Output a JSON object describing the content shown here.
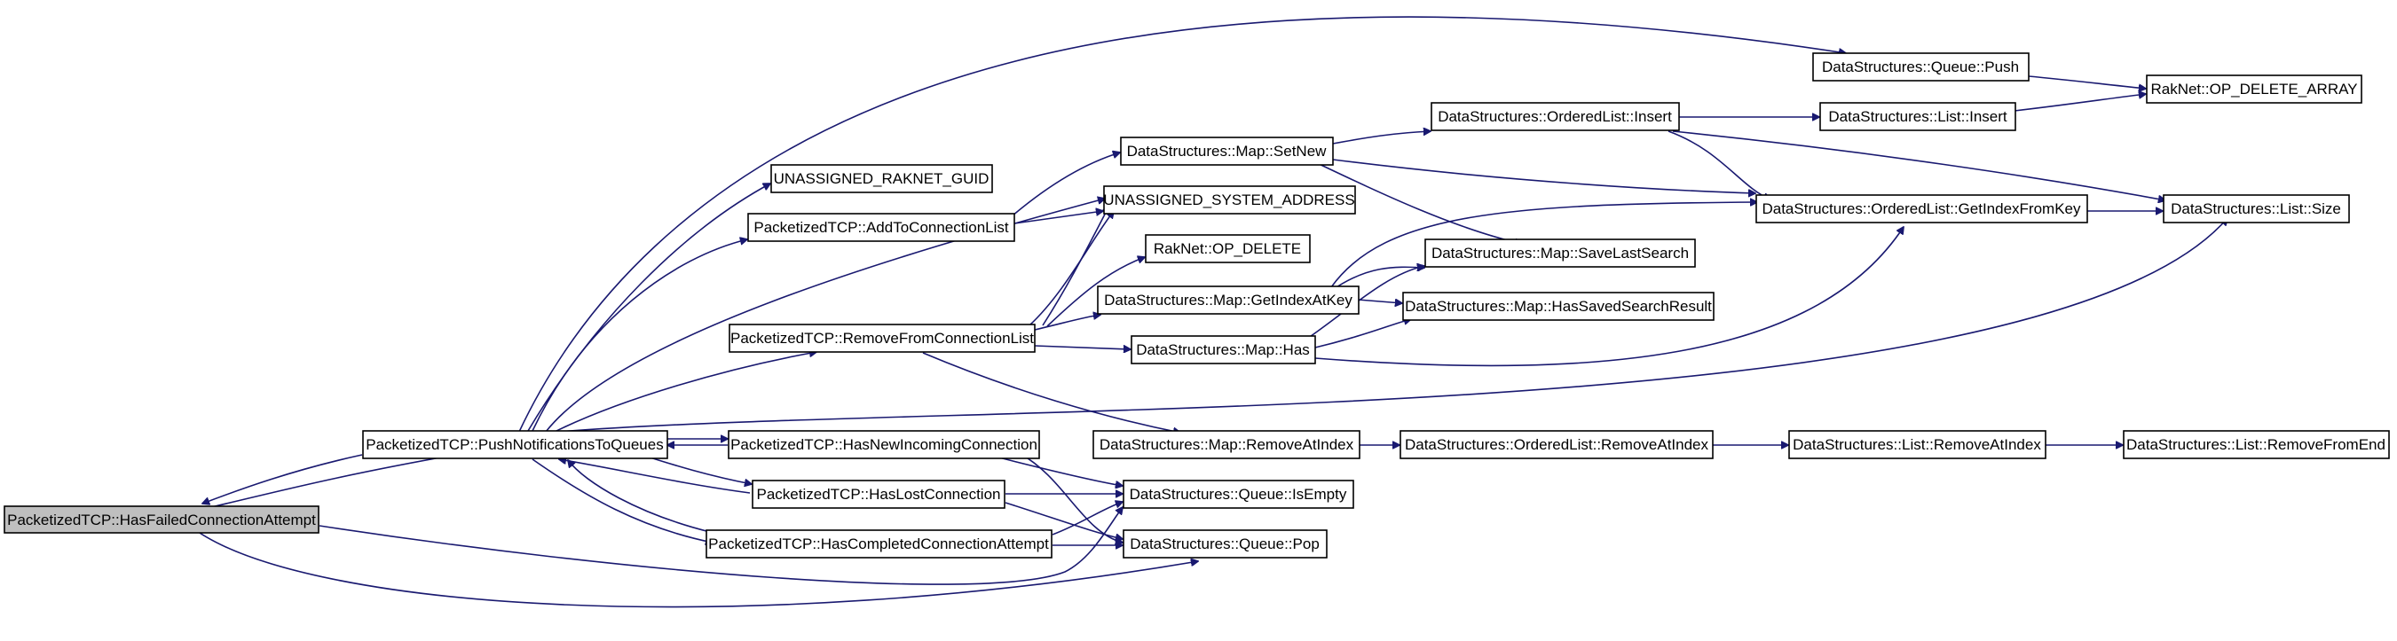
{
  "graph": {
    "nodes": {
      "hasFailed": "PacketizedTCP::HasFailedConnectionAttempt",
      "push": "PacketizedTCP::PushNotificationsToQueues",
      "hasNew": "PacketizedTCP::HasNewIncomingConnection",
      "hasLost": "PacketizedTCP::HasLostConnection",
      "hasCompleted": "PacketizedTCP::HasCompletedConnectionAttempt",
      "removeFromList": "PacketizedTCP::RemoveFromConnectionList",
      "addToList": "PacketizedTCP::AddToConnectionList",
      "unassignedGuid": "UNASSIGNED_RAKNET_GUID",
      "unassignedAddr": "UNASSIGNED_SYSTEM_ADDRESS",
      "opDelete": "RakNet::OP_DELETE",
      "mapSetNew": "DataStructures::Map::SetNew",
      "mapGetIndexAtKey": "DataStructures::Map::GetIndexAtKey",
      "mapHas": "DataStructures::Map::Has",
      "mapRemoveAtIndex": "DataStructures::Map::RemoveAtIndex",
      "mapSaveLastSearch": "DataStructures::Map::SaveLastSearch",
      "mapHasSaved": "DataStructures::Map::HasSavedSearchResult",
      "orderedInsert": "DataStructures::OrderedList::Insert",
      "orderedGetIndex": "DataStructures::OrderedList::GetIndexFromKey",
      "orderedRemove": "DataStructures::OrderedList::RemoveAtIndex",
      "queuePush": "DataStructures::Queue::Push",
      "queueIsEmpty": "DataStructures::Queue::IsEmpty",
      "queuePop": "DataStructures::Queue::Pop",
      "listInsert": "DataStructures::List::Insert",
      "listSize": "DataStructures::List::Size",
      "listRemoveAtIndex": "DataStructures::List::RemoveAtIndex",
      "listRemoveFromEnd": "DataStructures::List::RemoveFromEnd",
      "opDeleteArray": "RakNet::OP_DELETE_ARRAY"
    }
  },
  "colors": {
    "edge": "#191970",
    "root_fill": "#bfbfbf",
    "node_fill": "#ffffff",
    "node_border": "#000000"
  }
}
